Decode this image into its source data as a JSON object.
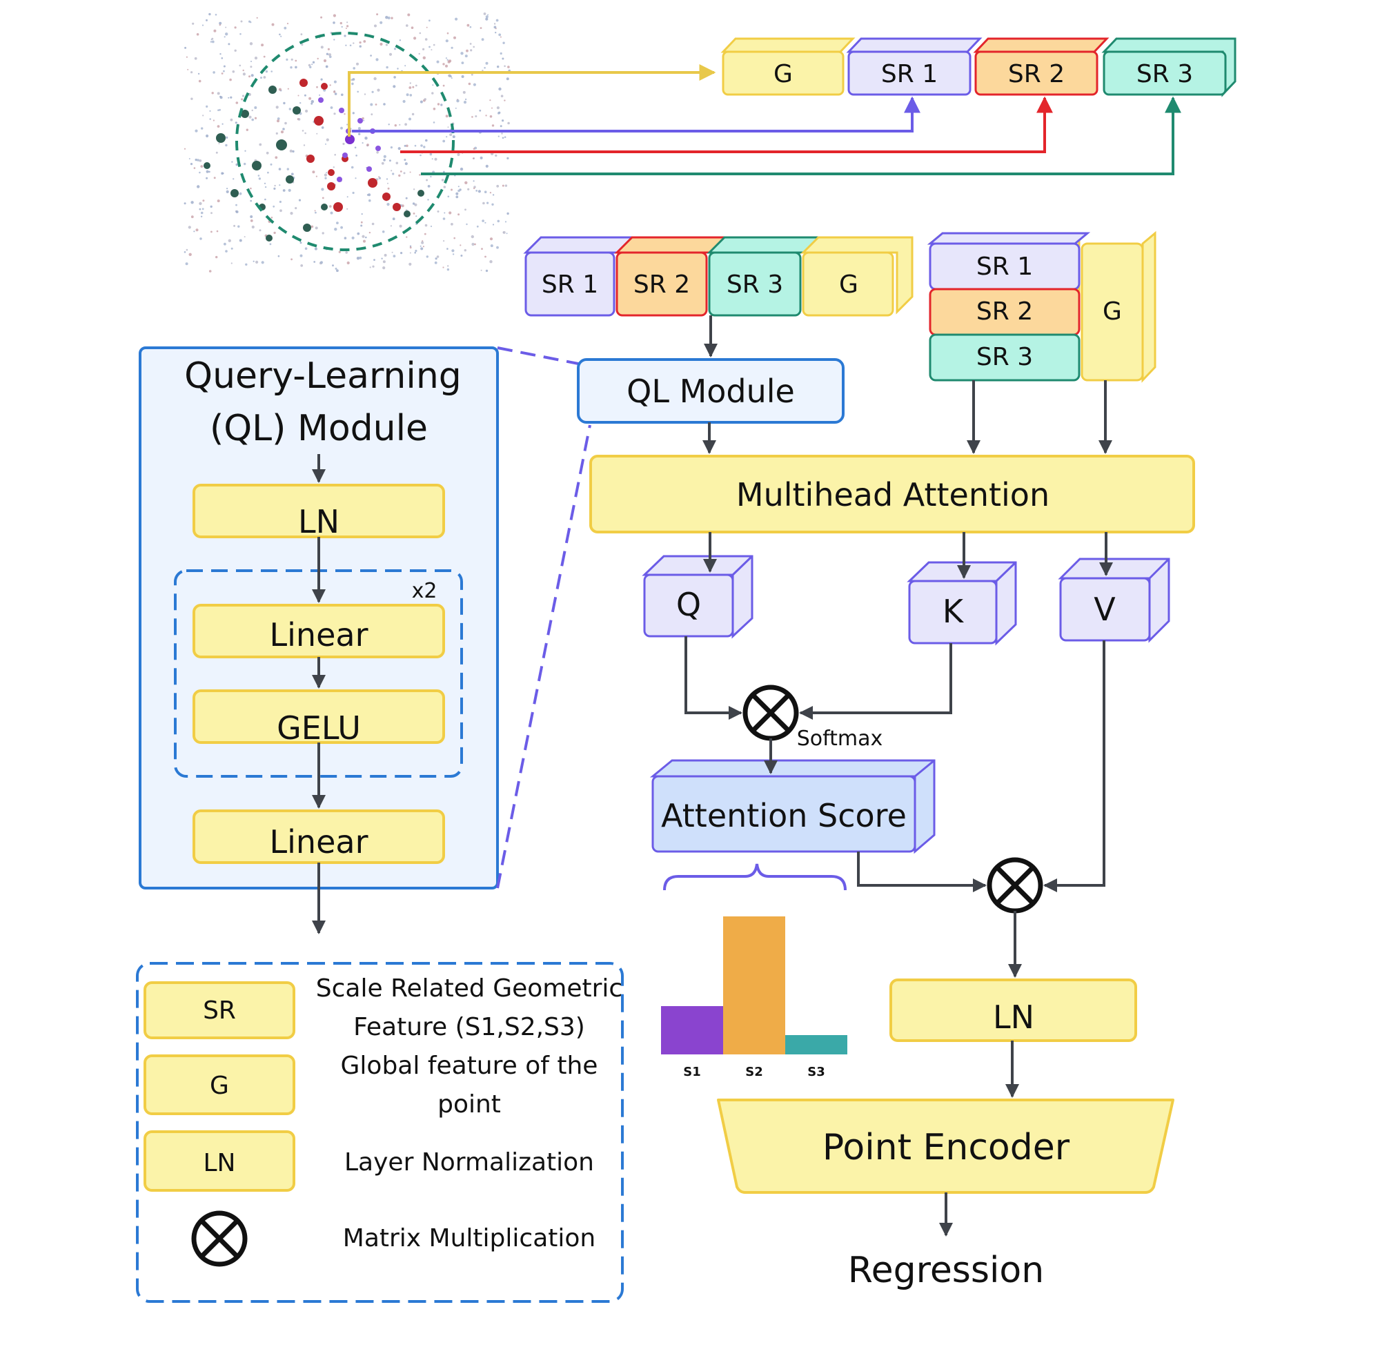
{
  "feature_bar_top": [
    "G",
    "SR 1",
    "SR 2",
    "SR 3"
  ],
  "feature_bar_query": [
    "SR 1",
    "SR 2",
    "SR 3",
    "G"
  ],
  "feature_stack_kv": {
    "sr": [
      "SR 1",
      "SR 2",
      "SR 3"
    ],
    "g": "G"
  },
  "ql_panel": {
    "title_line1": "Query-Learning",
    "title_line2": "(QL) Module",
    "ln": "LN",
    "repeat": "x2",
    "linear1": "Linear",
    "gelu": "GELU",
    "linear2": "Linear"
  },
  "ql_module": "QL Module",
  "multihead": "Multihead Attention",
  "qkv": {
    "q": "Q",
    "k": "K",
    "v": "V"
  },
  "softmax": "Softmax",
  "attention_score": "Attention Score",
  "ln_right": "LN",
  "point_encoder": "Point Encoder",
  "regression": "Regression",
  "score_chart": {
    "chart_data": {
      "type": "bar",
      "categories": [
        "S1",
        "S2",
        "S3"
      ],
      "values": [
        0.35,
        1.0,
        0.14
      ]
    }
  },
  "legend": {
    "sr_key": "SR",
    "sr_desc1": "Scale Related Geometric",
    "sr_desc2": "Feature (S1,S2,S3)",
    "g_key": "G",
    "g_desc1": "Global feature of the",
    "g_desc2": "point",
    "ln_key": "LN",
    "ln_desc": "Layer Normalization",
    "mm_desc": "Matrix Multiplication"
  },
  "colors": {
    "yellow_fill": "#fbf3a9",
    "yellow_stroke": "#f1cd45",
    "purple_fill": "#e7e6fb",
    "purple_stroke": "#6b5ce7",
    "orange_fill": "#fcd89c",
    "red_stroke": "#e3252b",
    "teal_fill": "#b5f3e4",
    "teal_stroke": "#1f8a6f",
    "blue_stroke": "#2b79d4",
    "bar_s1": "#8a44cf",
    "bar_s2": "#efac48",
    "bar_s3": "#3aa9a8"
  }
}
